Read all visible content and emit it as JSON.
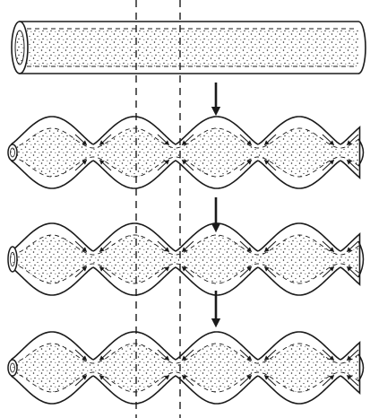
{
  "figure": {
    "panel_count": 4,
    "stages": [
      {
        "id": "straight-rod",
        "shape": "uniform cylinder"
      },
      {
        "id": "beaded-rod-1",
        "shape": "varicose bulges",
        "bulges": 5
      },
      {
        "id": "beaded-rod-2",
        "shape": "varicose bulges",
        "bulges": 5
      },
      {
        "id": "beaded-rod-3",
        "shape": "varicose bulges",
        "bulges": 5
      }
    ],
    "arrow_icon": "down-arrow-icon",
    "guide_lines": "dashed vertical",
    "colors": {
      "ink": "#1a1a1a",
      "background": "#ffffff"
    }
  }
}
